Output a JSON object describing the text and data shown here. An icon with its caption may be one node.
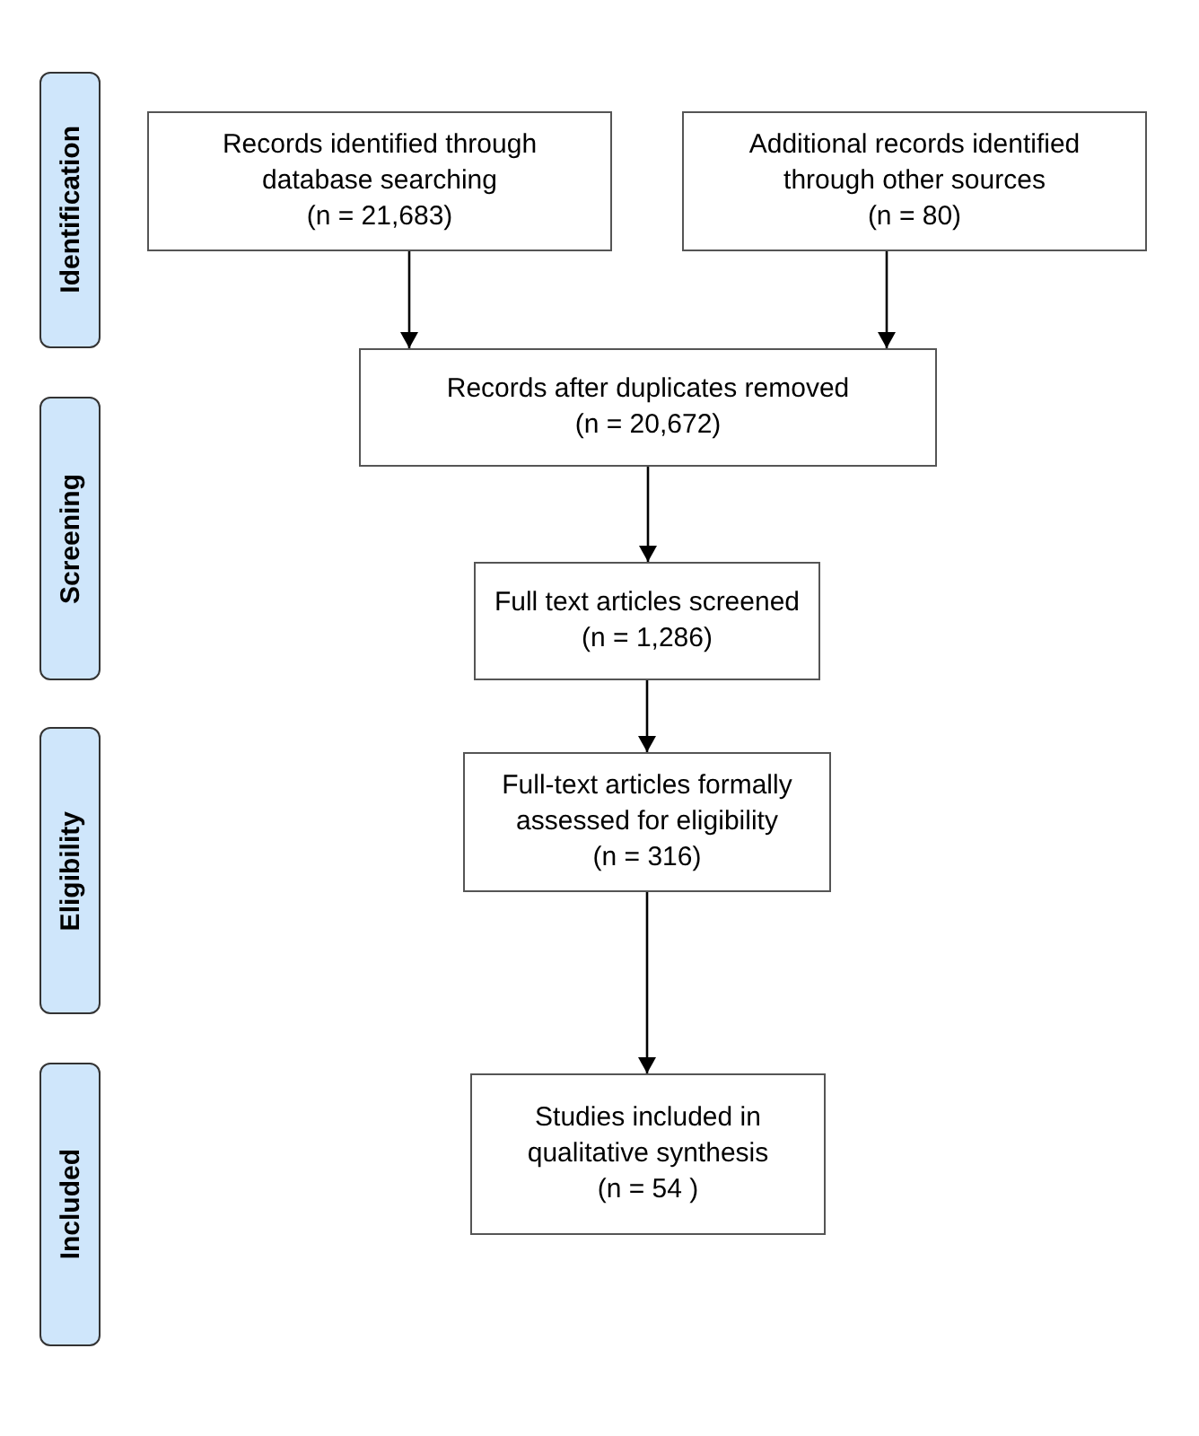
{
  "diagram": {
    "nodes": [
      {
        "text": [
          "Identification"
        ]
      },
      {
        "text": [
          "Screening"
        ]
      },
      {
        "text": [
          "Eligibility"
        ]
      },
      {
        "text": [
          "Included"
        ]
      },
      {
        "text": [
          "Records identified through database searching",
          "(n = 21,683)"
        ]
      },
      {
        "text": [
          "Additional records identified through other sources",
          "(n = 80)"
        ]
      },
      {
        "text": [
          "Records after duplicates removed",
          "(n = 20,672)"
        ]
      },
      {
        "text": [
          "Full text articles screened",
          "(n = 1,286)"
        ]
      },
      {
        "text": [
          "Full-text articles formally assessed for eligibility",
          "(n = 316)"
        ]
      },
      {
        "text": [
          "Studies included in qualitative synthesis",
          "(n = 54 )"
        ]
      }
    ],
    "edges": [
      {
        "from": 4,
        "to": 6,
        "arrow": "to"
      },
      {
        "from": 5,
        "to": 6,
        "arrow": "to"
      },
      {
        "from": 6,
        "to": 7,
        "arrow": "to"
      },
      {
        "from": 7,
        "to": 8,
        "arrow": "to"
      },
      {
        "from": 8,
        "to": 9,
        "arrow": "to"
      }
    ]
  }
}
